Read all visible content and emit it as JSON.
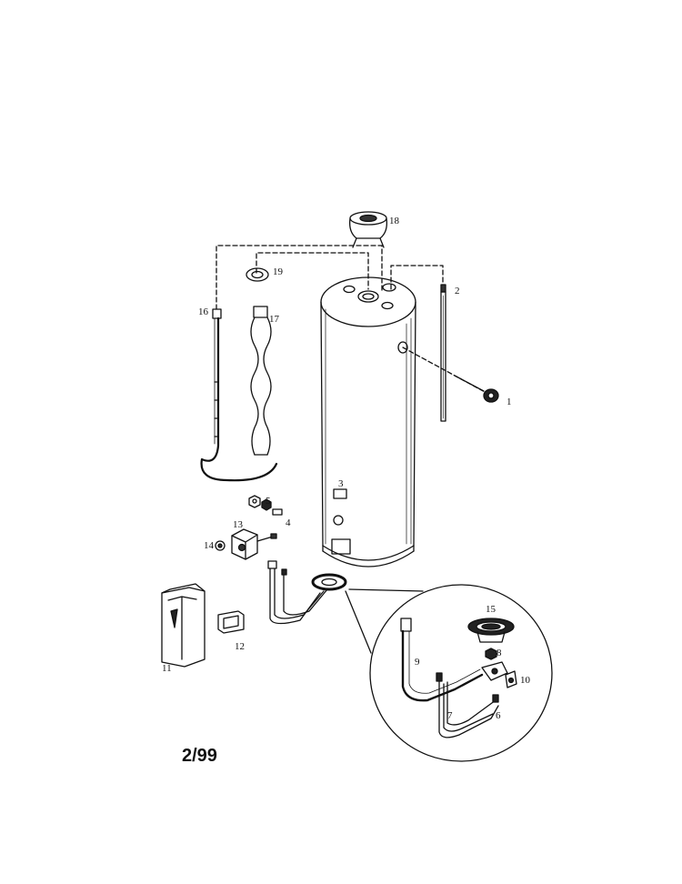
{
  "diagram": {
    "date_code": "2/99",
    "callouts": {
      "p1": "1",
      "p2": "2",
      "p3": "3",
      "p4": "4",
      "p5": "5",
      "p6": "6",
      "p7": "7",
      "p8": "8",
      "p9": "9",
      "p10": "10",
      "p11": "11",
      "p12": "12",
      "p13": "13",
      "p14": "14",
      "p15": "15",
      "p16": "16",
      "p17": "17",
      "p18": "18",
      "p19": "19"
    }
  }
}
